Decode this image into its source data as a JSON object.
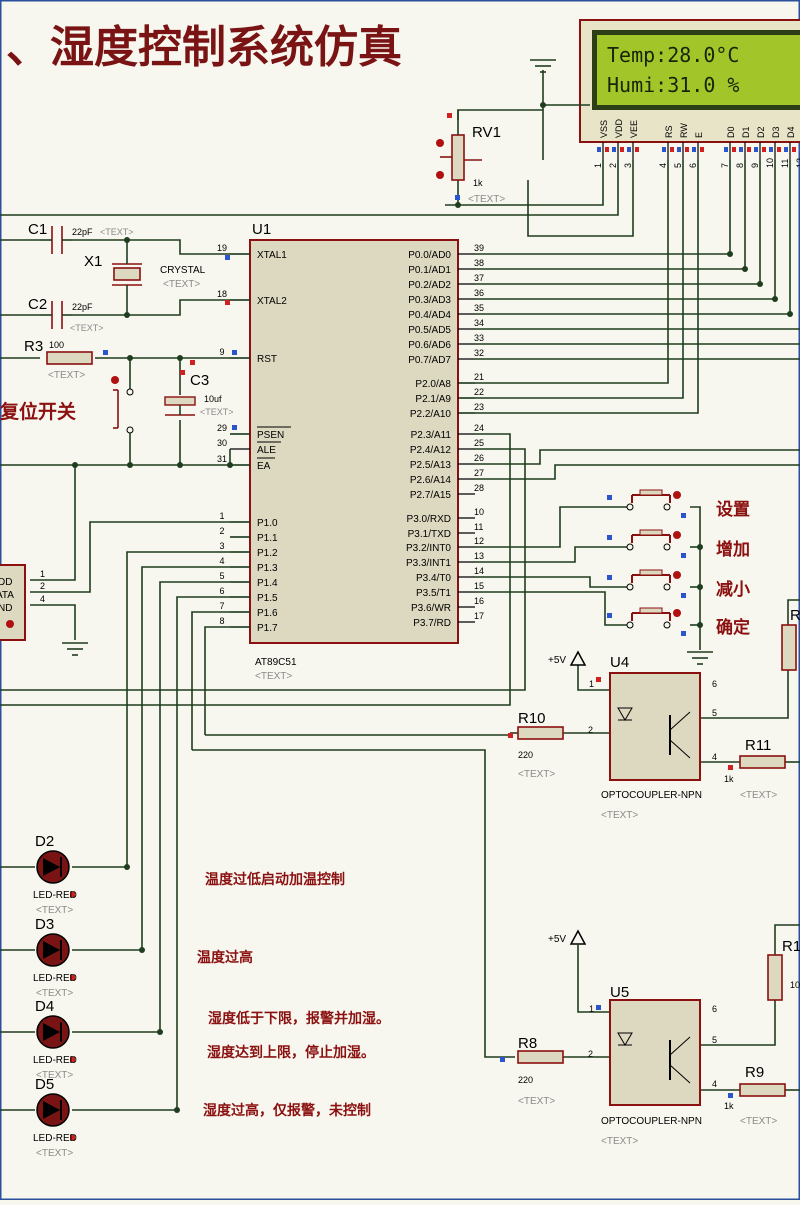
{
  "title": "、湿度控制系统仿真",
  "lcd": {
    "line1": "Temp:28.0°C",
    "line2": "Humi:31.0 %",
    "pins": [
      {
        "num": "1",
        "name": "VSS"
      },
      {
        "num": "2",
        "name": "VDD"
      },
      {
        "num": "3",
        "name": "VEE"
      },
      {
        "num": "4",
        "name": "RS"
      },
      {
        "num": "5",
        "name": "RW"
      },
      {
        "num": "6",
        "name": "E"
      },
      {
        "num": "7",
        "name": "D0"
      },
      {
        "num": "8",
        "name": "D1"
      },
      {
        "num": "9",
        "name": "D2"
      },
      {
        "num": "10",
        "name": "D3"
      },
      {
        "num": "11",
        "name": "D4"
      },
      {
        "num": "12",
        "name": ""
      }
    ]
  },
  "mcu": {
    "ref": "U1",
    "part": "AT89C51",
    "text": "<TEXT>",
    "left_pins": [
      {
        "num": "19",
        "name": "XTAL1"
      },
      {
        "num": "18",
        "name": "XTAL2"
      },
      {
        "num": "9",
        "name": "RST"
      },
      {
        "num": "29",
        "name": "PSEN"
      },
      {
        "num": "30",
        "name": "ALE"
      },
      {
        "num": "31",
        "name": "EA"
      },
      {
        "num": "1",
        "name": "P1.0"
      },
      {
        "num": "2",
        "name": "P1.1"
      },
      {
        "num": "3",
        "name": "P1.2"
      },
      {
        "num": "4",
        "name": "P1.3"
      },
      {
        "num": "5",
        "name": "P1.4"
      },
      {
        "num": "6",
        "name": "P1.5"
      },
      {
        "num": "7",
        "name": "P1.6"
      },
      {
        "num": "8",
        "name": "P1.7"
      }
    ],
    "right_pins": [
      {
        "num": "39",
        "name": "P0.0/AD0"
      },
      {
        "num": "38",
        "name": "P0.1/AD1"
      },
      {
        "num": "37",
        "name": "P0.2/AD2"
      },
      {
        "num": "36",
        "name": "P0.3/AD3"
      },
      {
        "num": "35",
        "name": "P0.4/AD4"
      },
      {
        "num": "34",
        "name": "P0.5/AD5"
      },
      {
        "num": "33",
        "name": "P0.6/AD6"
      },
      {
        "num": "32",
        "name": "P0.7/AD7"
      },
      {
        "num": "21",
        "name": "P2.0/A8"
      },
      {
        "num": "22",
        "name": "P2.1/A9"
      },
      {
        "num": "23",
        "name": "P2.2/A10"
      },
      {
        "num": "24",
        "name": "P2.3/A11"
      },
      {
        "num": "25",
        "name": "P2.4/A12"
      },
      {
        "num": "26",
        "name": "P2.5/A13"
      },
      {
        "num": "27",
        "name": "P2.6/A14"
      },
      {
        "num": "28",
        "name": "P2.7/A15"
      },
      {
        "num": "10",
        "name": "P3.0/RXD"
      },
      {
        "num": "11",
        "name": "P3.1/TXD"
      },
      {
        "num": "12",
        "name": "P3.2/INT0"
      },
      {
        "num": "13",
        "name": "P3.3/INT1"
      },
      {
        "num": "14",
        "name": "P3.4/T0"
      },
      {
        "num": "15",
        "name": "P3.5/T1"
      },
      {
        "num": "16",
        "name": "P3.6/WR"
      },
      {
        "num": "17",
        "name": "P3.7/RD"
      }
    ]
  },
  "parts": {
    "c1": {
      "ref": "C1",
      "value": "22pF",
      "text": "<TEXT>"
    },
    "c2": {
      "ref": "C2",
      "value": "22pF",
      "text": "<TEXT>"
    },
    "x1": {
      "ref": "X1",
      "value": "CRYSTAL",
      "text": "<TEXT>"
    },
    "r3": {
      "ref": "R3",
      "value": "100",
      "text": "<TEXT>"
    },
    "c3": {
      "ref": "C3",
      "value": "10uf",
      "text": "<TEXT>"
    },
    "rv1": {
      "ref": "RV1",
      "value": "1k",
      "text": "<TEXT>"
    },
    "r10": {
      "ref": "R10",
      "value": "220",
      "text": "<TEXT>"
    },
    "r11": {
      "ref": "R11",
      "value": "1k",
      "text": "<TEXT>"
    },
    "r8": {
      "ref": "R8",
      "value": "220",
      "text": "<TEXT>"
    },
    "r9": {
      "ref": "R9",
      "value": "1k",
      "text": "<TEXT>"
    },
    "rtop": {
      "ref": "R"
    },
    "rbot": {
      "ref": "R1",
      "value": "10"
    }
  },
  "labels": {
    "reset": "复位开关"
  },
  "sensor": {
    "pin1": "DD",
    "pin2": "ATA",
    "pin3": "ND"
  },
  "buttons": [
    {
      "label": "设置"
    },
    {
      "label": "增加"
    },
    {
      "label": "减小"
    },
    {
      "label": "确定"
    }
  ],
  "leds": [
    {
      "ref": "D2",
      "part": "LED-RED",
      "text": "<TEXT>"
    },
    {
      "ref": "D3",
      "part": "LED-RED",
      "text": "<TEXT>"
    },
    {
      "ref": "D4",
      "part": "LED-RED",
      "text": "<TEXT>"
    },
    {
      "ref": "D5",
      "part": "LED-RED",
      "text": "<TEXT>"
    }
  ],
  "optos": {
    "u4": {
      "ref": "U4",
      "part": "OPTOCOUPLER-NPN",
      "text": "<TEXT>",
      "vcc": "+5V"
    },
    "u5": {
      "ref": "U5",
      "part": "OPTOCOUPLER-NPN",
      "text": "<TEXT>",
      "vcc": "+5V"
    }
  },
  "notes": [
    "温度过低启动加温控制",
    "温度过高",
    "湿度低于下限，报警并加湿。",
    "湿度达到上限，停止加湿。",
    "湿度过高，仅报警，未控制"
  ],
  "colors": {
    "wire": "#1f3d1f",
    "component": "#8b1010",
    "body": "#ddd8c0",
    "lcd_screen": "#a2c62a",
    "background": "#f7f7ef"
  }
}
